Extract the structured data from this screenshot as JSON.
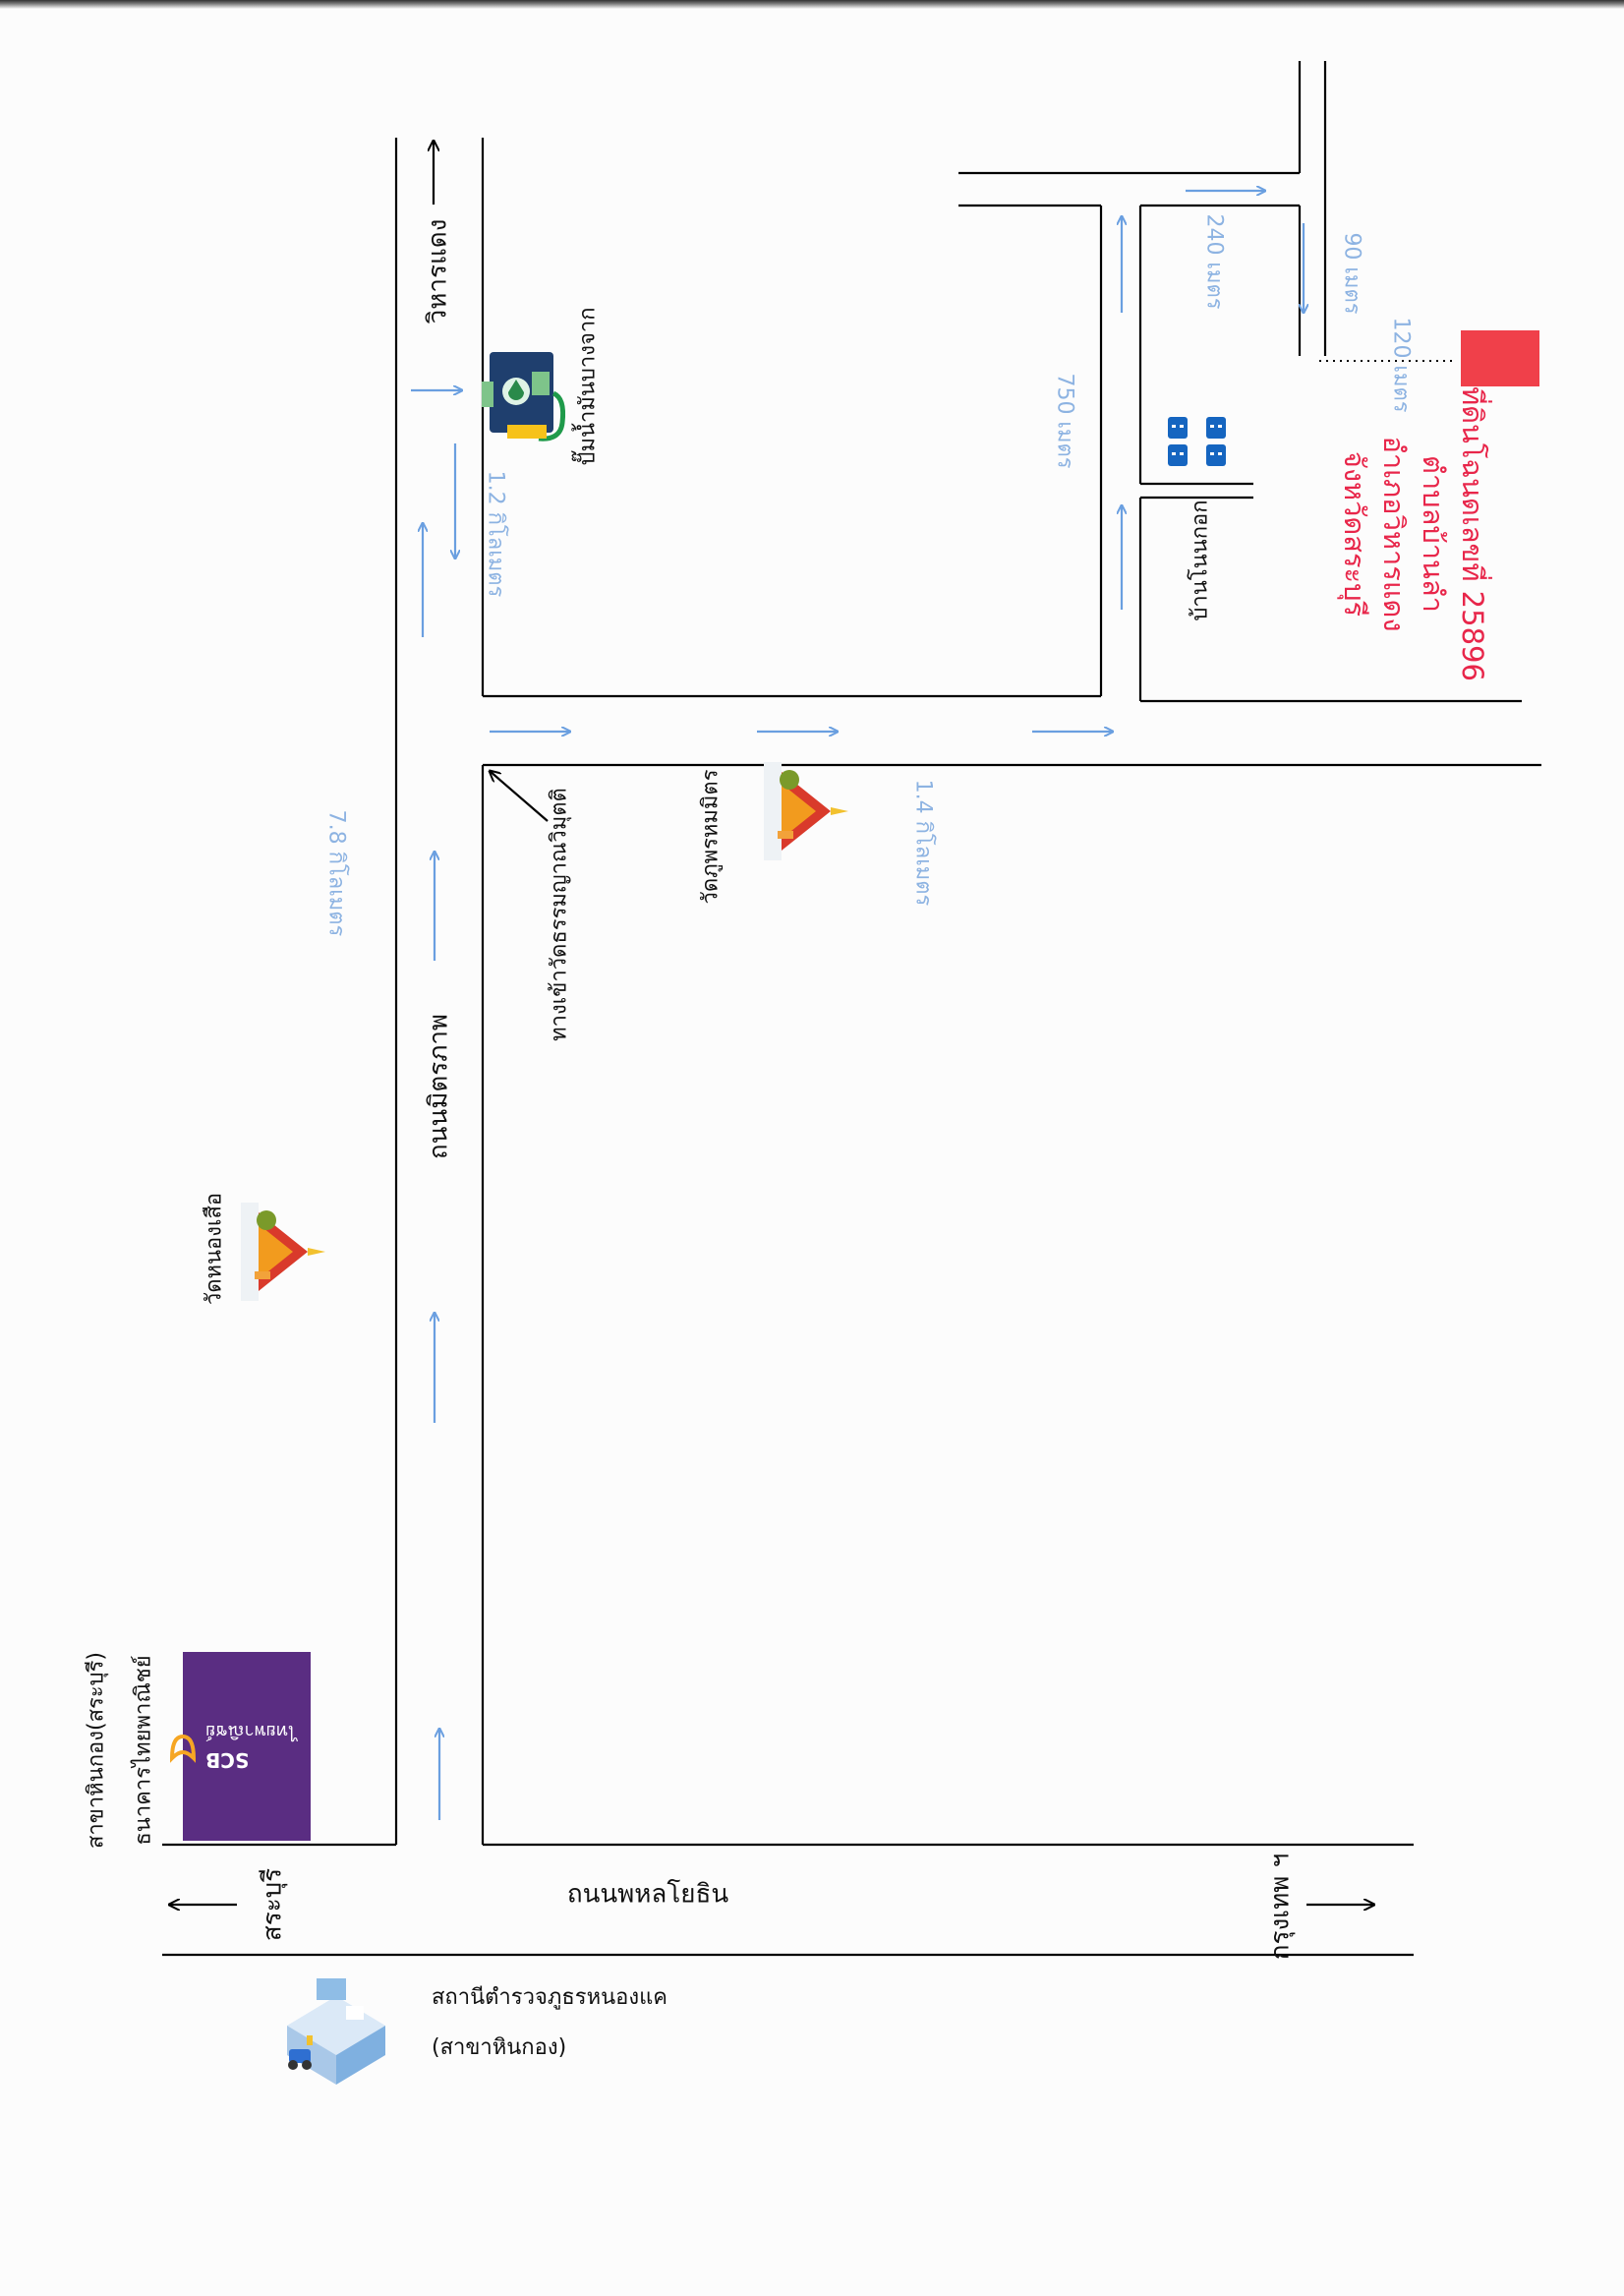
{
  "destination": {
    "line1": "ที่ดินโฉนดเลขที่ 25896",
    "line2": "ตำบลบ้านลำ",
    "line3": "อำเภอวิหารแดง",
    "line4": "จังหวัดสระบุรี",
    "marker_color": "#f0404a"
  },
  "distances": {
    "d90": "90 เมตร",
    "d120": "120 เมตร",
    "d240": "240 เมตร",
    "d750": "750 เมตร",
    "d1_2": "1.2 กิโลเมตร",
    "d1_4": "1.4 กิโลเมตร",
    "d7_8": "7.8 กิโลเมตร"
  },
  "roads": {
    "phahon": "ถนนพหลโยธิน",
    "mittraphap": "ถนนมิตรภาพ",
    "wihandaeng": "วิหารแดง",
    "saraburi": "สระบุรี",
    "bangkok": "กรุงเทพ ฯ"
  },
  "places": {
    "gas_station": "ปั๊มน้ำมันบางจาก",
    "ban_nong_kop": "บ้านโนนกอก",
    "wat_nong_sua": "วัดหนองเสือ",
    "wat_phu_phrom": "วัดภูพรหมมิตร",
    "entrance": "ทางเข้าวัดธรรมญาณวิมุตติ",
    "scb_branch_line1": "ธนาคารไทยพาณิชย์",
    "scb_branch_line2": "สาขาหินกอง(สระบุรี)",
    "police_line1": "สถานีตำรวจภูธรหนองแค",
    "police_line2": "(สาขาหินกอง)"
  },
  "scb_logo": {
    "en": "SCB",
    "th": "ไทยพาณิชย์",
    "bg_color": "#5a2d82",
    "mark_color": "#f6a623"
  },
  "colors": {
    "road_line": "#000000",
    "route_arrow": "#6a9fe0",
    "distance_text": "#8db3e2",
    "destination_text": "#e8264a"
  }
}
